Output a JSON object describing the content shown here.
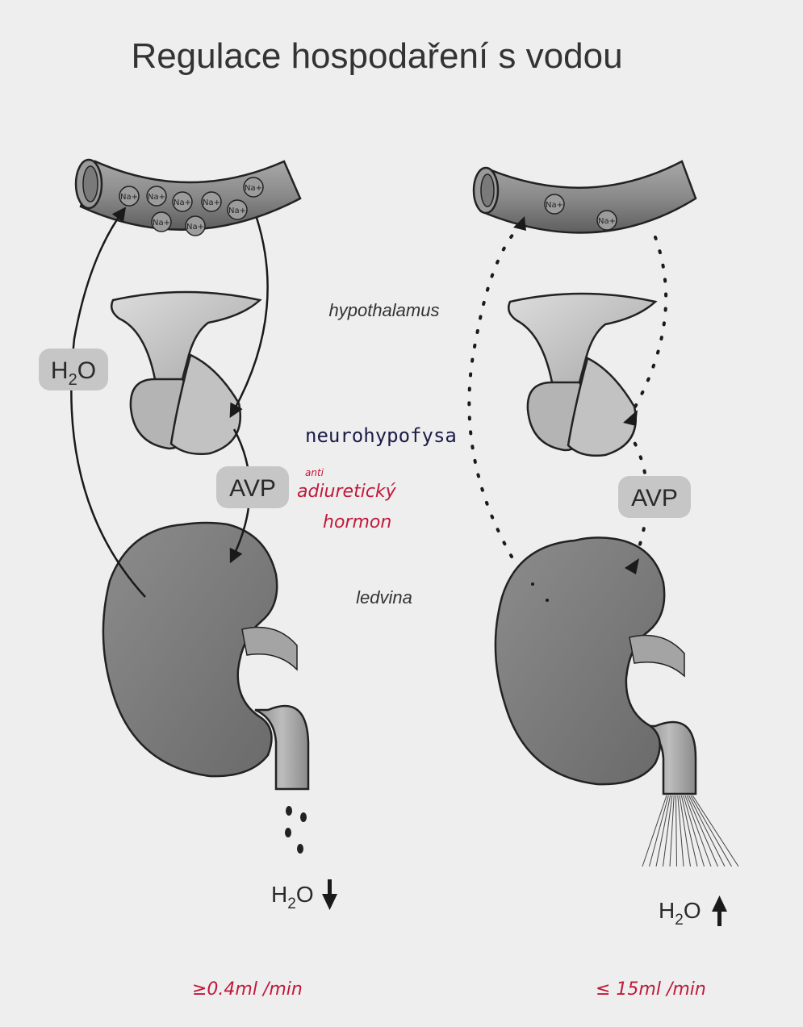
{
  "title": "Regulace hospodaření s vodou",
  "labels": {
    "hypothalamus": "hypothalamus",
    "neurohypofysa": "neurohypofysa",
    "ledvina": "ledvina"
  },
  "left": {
    "h2o_label": "H2O",
    "avp_label": "AVP",
    "avp_note_small": "anti",
    "avp_note_line1": "adiuretický",
    "avp_note_line2": "hormon",
    "output_label": "H2O",
    "output_direction": "down",
    "rate_note": "≥0.4ml /min",
    "ion_label": "Na+",
    "ion_count": 8
  },
  "right": {
    "avp_label": "AVP",
    "output_label": "H2O",
    "output_direction": "up",
    "rate_note": "≤ 15ml /min",
    "ion_label": "Na+",
    "ion_count": 2
  },
  "colors": {
    "background": "#eeeeef",
    "organ_light": "#c4c4c4",
    "kidney": "#7c7c7c",
    "vessel": "#858585",
    "pill": "#c6c6c6",
    "handwriting_blue": "#1c1c48",
    "handwriting_red": "#c2183a"
  }
}
